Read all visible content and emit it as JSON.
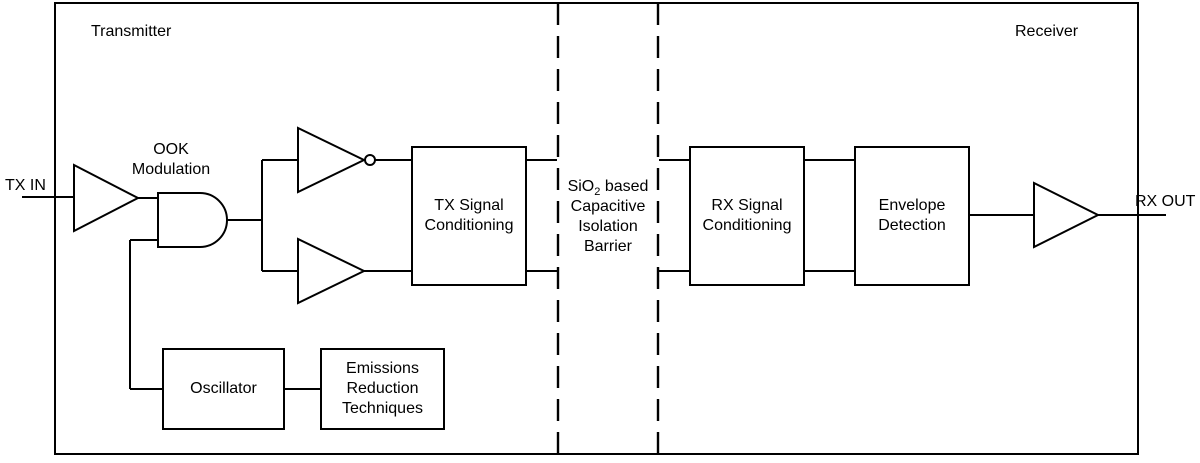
{
  "labels": {
    "transmitter": "Transmitter",
    "receiver": "Receiver",
    "tx_in": "TX IN",
    "rx_out": "RX OUT",
    "ook_line1": "OOK",
    "ook_line2": "Modulation"
  },
  "blocks": {
    "tx_signal_conditioning": [
      "TX Signal",
      "Conditioning"
    ],
    "rx_signal_conditioning": [
      "RX Signal",
      "Conditioning"
    ],
    "envelope_detection": [
      "Envelope",
      "Detection"
    ],
    "oscillator": [
      "Oscillator"
    ],
    "emissions_reduction": [
      "Emissions",
      "Reduction",
      "Techniques"
    ]
  },
  "barrier": {
    "sio_prefix": "SiO",
    "sio_subscript": "2",
    "sio_suffix": " based",
    "line2": "Capacitive",
    "line3": "Isolation",
    "line4": "Barrier"
  }
}
